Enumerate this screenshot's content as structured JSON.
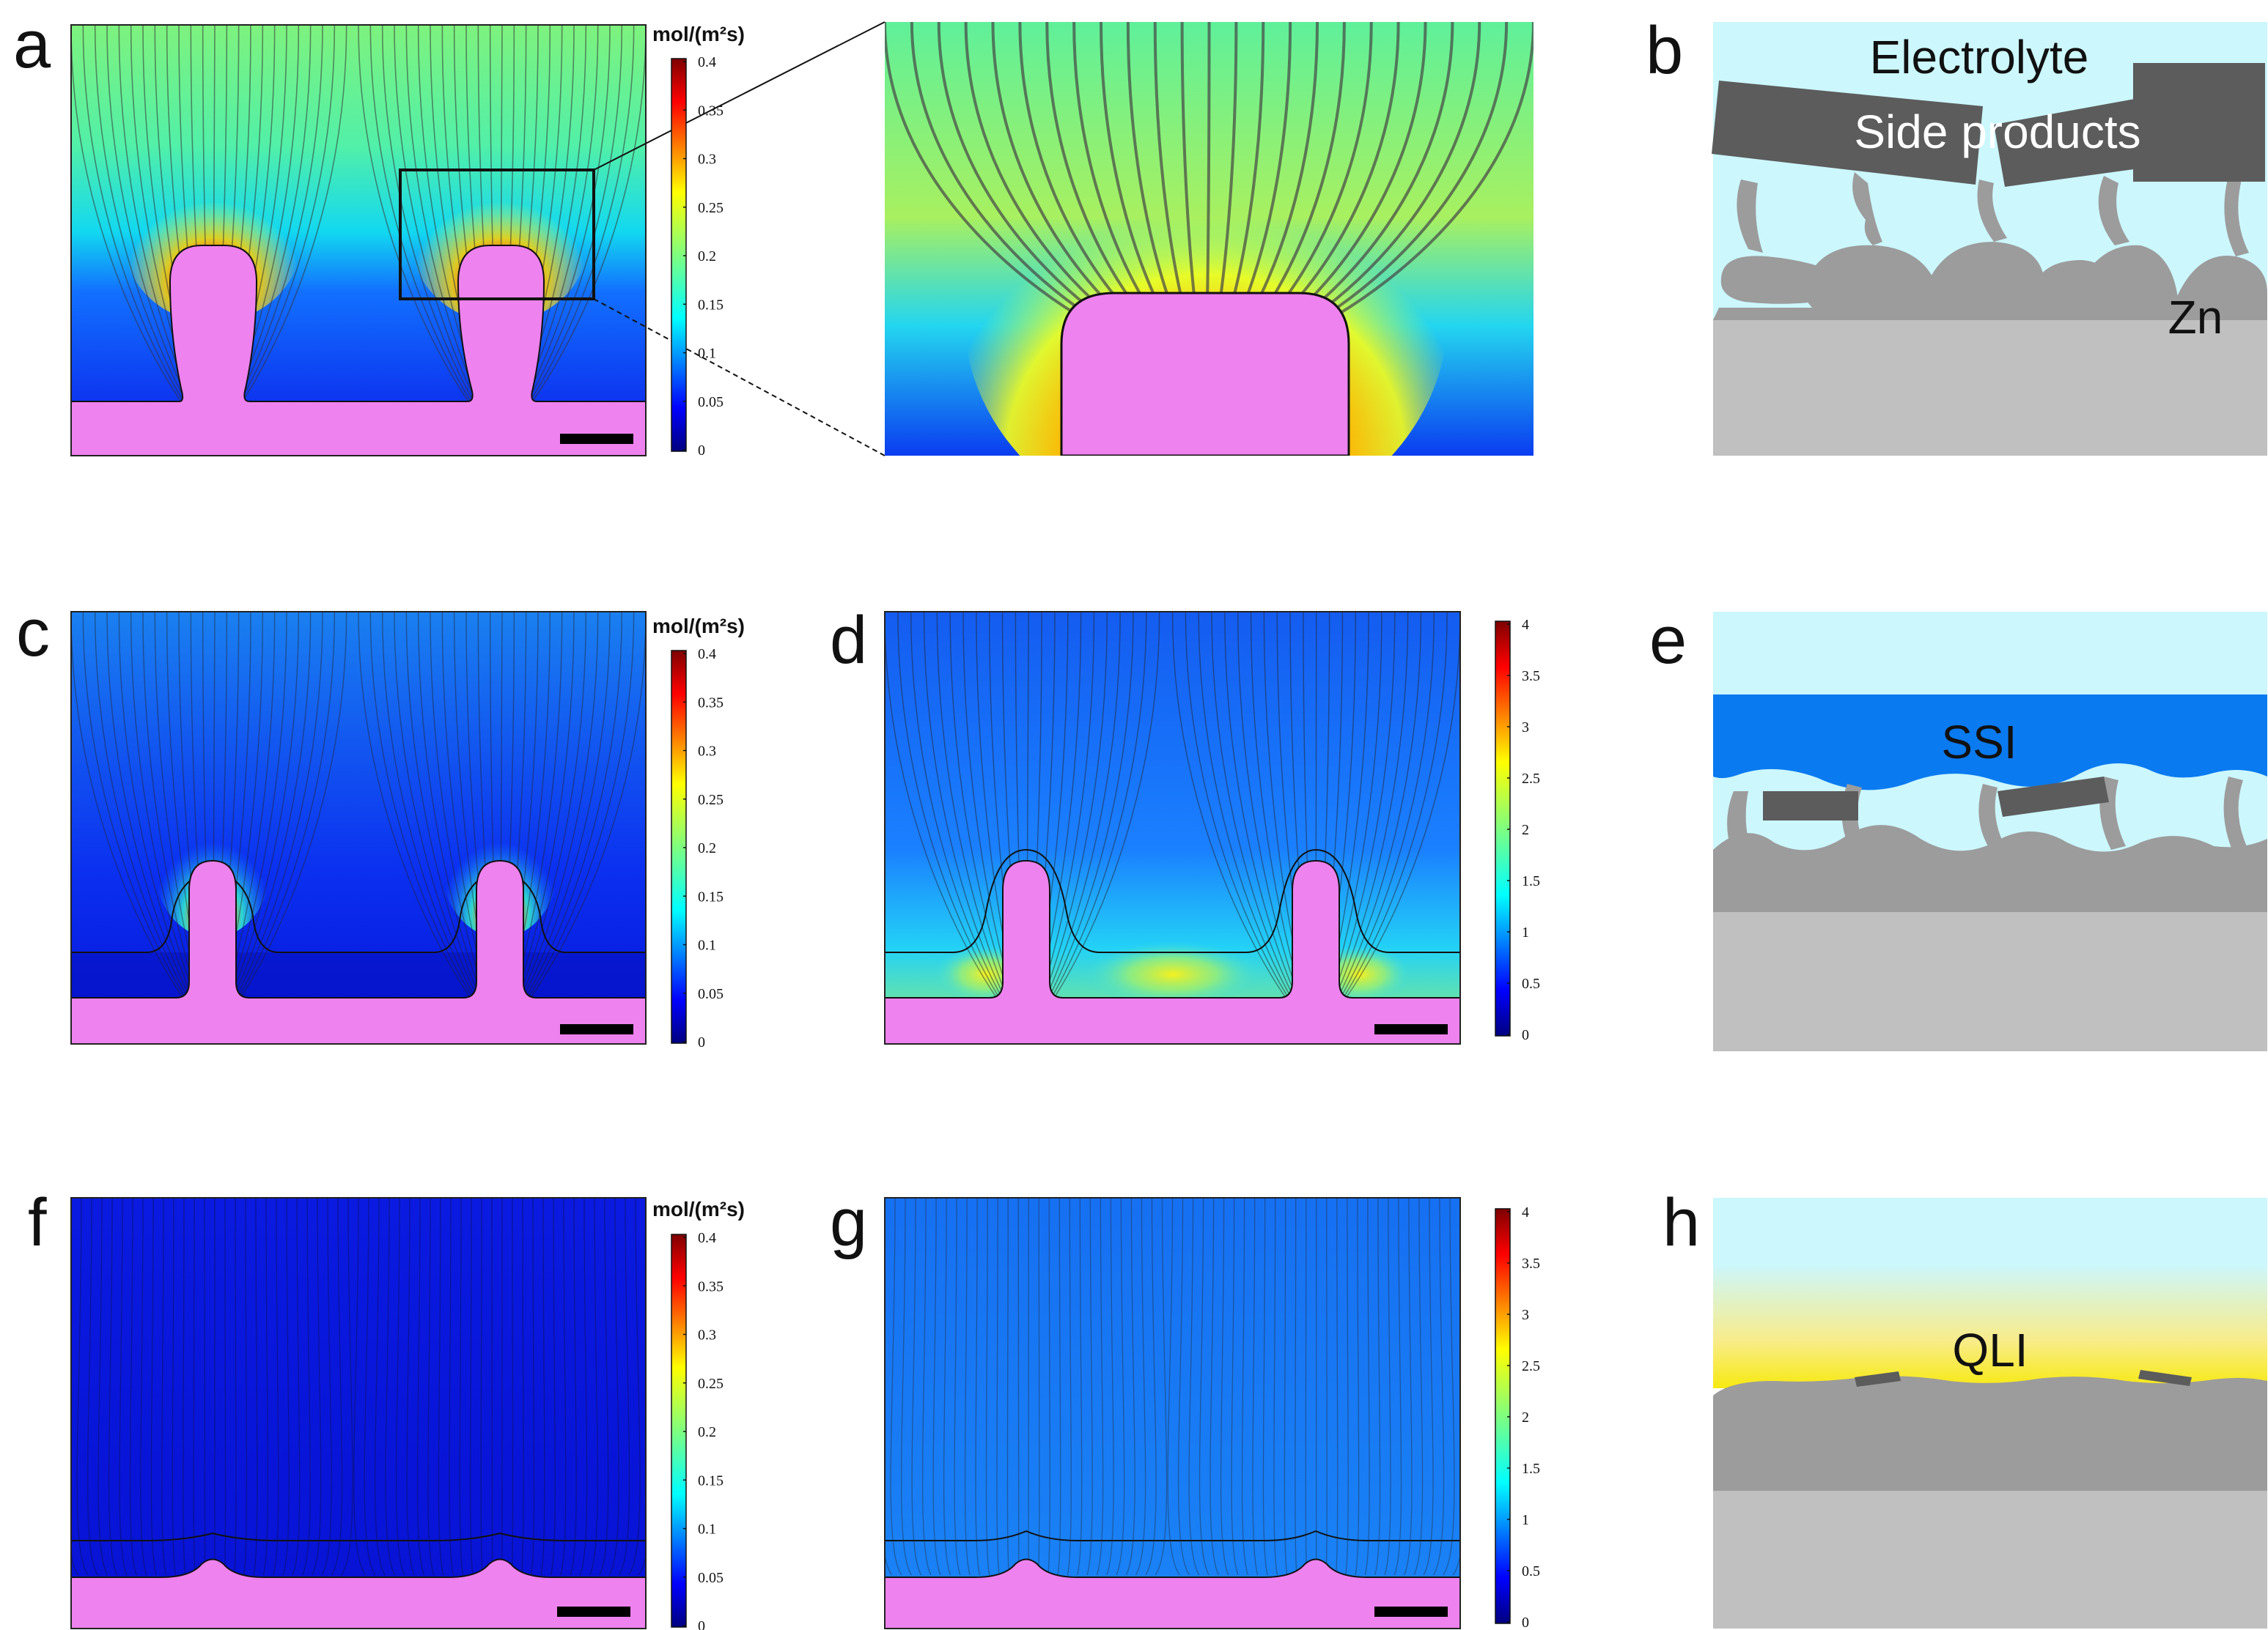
{
  "panels": [
    {
      "id": "a",
      "label": "a"
    },
    {
      "id": "b",
      "label": "b"
    },
    {
      "id": "c",
      "label": "c"
    },
    {
      "id": "d",
      "label": "d"
    },
    {
      "id": "e",
      "label": "e"
    },
    {
      "id": "f",
      "label": "f"
    },
    {
      "id": "g",
      "label": "g"
    },
    {
      "id": "h",
      "label": "h"
    }
  ],
  "colorbar_flux": {
    "unit": "mol/(m²s)",
    "ticks": [
      "0",
      "0.05",
      "0.1",
      "0.15",
      "0.2",
      "0.25",
      "0.3",
      "0.35",
      "0.4"
    ]
  },
  "colorbar_conc": {
    "ticks": [
      "0",
      "0.5",
      "1",
      "1.5",
      "2",
      "2.5",
      "3",
      "3.5",
      "4"
    ]
  },
  "schematic_b": {
    "electrolyte": "Electrolyte",
    "side_products": "Side products",
    "zn": "Zn"
  },
  "schematic_e": {
    "layer": "SSI"
  },
  "schematic_h": {
    "layer": "QLI"
  },
  "colors": {
    "zinc_pink": "#ee82ee",
    "electrolyte_bg": "#ccf7fd",
    "zn_substrate": "#c0c0c0",
    "deposit_gray": "#9c9c9c",
    "side_product": "#5c5c5c",
    "ssi_blue": "#0a7af0",
    "qli_yellow": "#f6ea1e"
  }
}
